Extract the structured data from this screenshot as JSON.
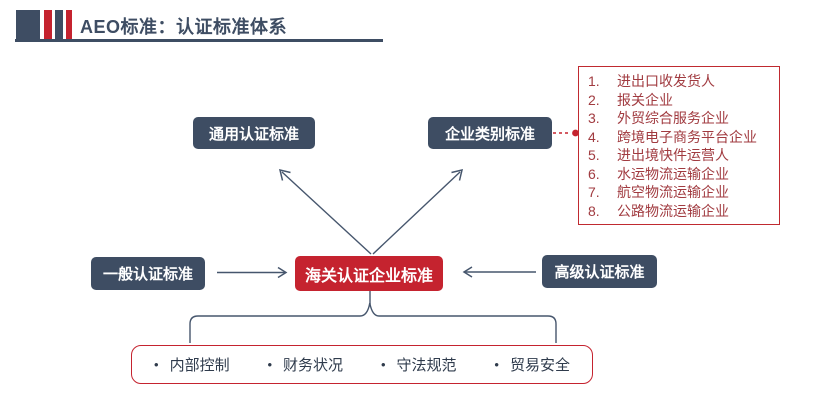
{
  "header": {
    "title": "AEO标准：认证标准体系"
  },
  "colors": {
    "accent_dark": "#3E4D63",
    "accent_red": "#C5232F",
    "list_text": "#A13B40",
    "list_border": "#C02A30",
    "criteria_text": "#2F3B4C",
    "connector": "#46566D"
  },
  "diagram": {
    "top_left_box": "通用认证标准",
    "top_right_box": "企业类别标准",
    "center_box": "海关认证企业标准",
    "left_box": "一般认证标准",
    "right_box": "高级认证标准",
    "bullet_char": "•",
    "enterprise_types": [
      "进出口收发货人",
      "报关企业",
      "外贸综合服务企业",
      "跨境电子商务平台企业",
      "进出境快件运营人",
      "水运物流运输企业",
      "航空物流运输企业",
      "公路物流运输企业"
    ],
    "criteria": [
      "内部控制",
      "财务状况",
      "守法规范",
      "贸易安全"
    ]
  }
}
